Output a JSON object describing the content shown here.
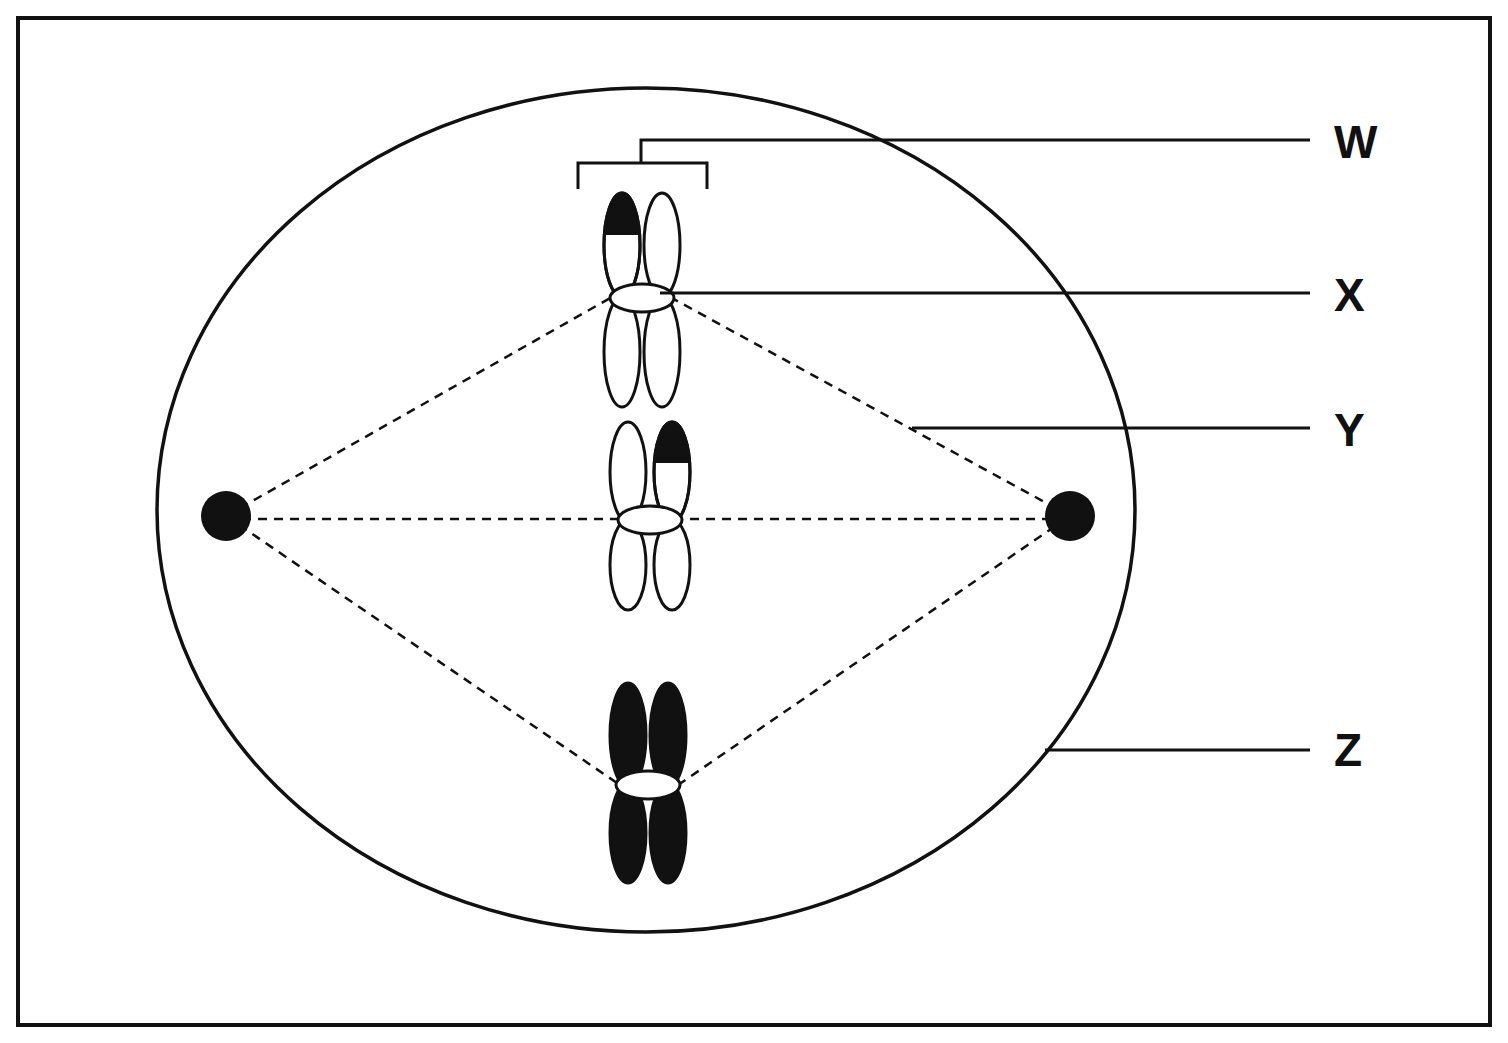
{
  "diagram": {
    "labels": [
      "W",
      "X",
      "Y",
      "Z"
    ]
  }
}
